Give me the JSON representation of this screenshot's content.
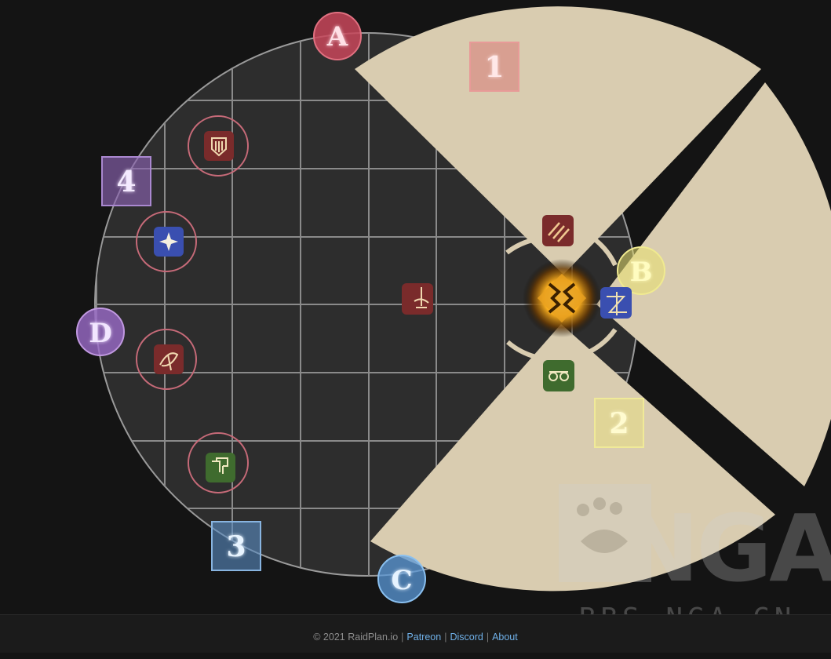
{
  "footer": {
    "copyright": "© 2021 RaidPlan.io",
    "links": [
      "Patreon",
      "Discord",
      "About"
    ]
  },
  "watermark": {
    "logo": "NGA",
    "site": "BBS.NGA.CN"
  },
  "colors": {
    "background": "#141414",
    "arena": "#2d2d2d",
    "grid": "#8a8a8a",
    "aoe_cone": "#d9ccb0",
    "tank_red": "#7a2b2b",
    "healer_green": "#3f6b2e",
    "dps_blue": "#3a4fb0",
    "ring": "#c66a78",
    "boss_glow": "#ffb320"
  },
  "waymarks": [
    {
      "label": "A",
      "shape": "circle",
      "color": "#c8465a"
    },
    {
      "label": "B",
      "shape": "circle",
      "color": "#e8e070"
    },
    {
      "label": "C",
      "shape": "circle",
      "color": "#5a98d8"
    },
    {
      "label": "D",
      "shape": "circle",
      "color": "#9a6ac8"
    },
    {
      "label": "1",
      "shape": "square",
      "color": "#d77a78"
    },
    {
      "label": "2",
      "shape": "square",
      "color": "#e8e07a"
    },
    {
      "label": "3",
      "shape": "square",
      "color": "#5a8ec4"
    },
    {
      "label": "4",
      "shape": "square",
      "color": "#8a62b0"
    }
  ],
  "players": [
    {
      "role": "tank",
      "job": "paladin-icon",
      "ringed": true
    },
    {
      "role": "dps",
      "job": "astrologian-icon",
      "ringed": true
    },
    {
      "role": "tank",
      "job": "dark-knight-icon",
      "ringed": true
    },
    {
      "role": "healer",
      "job": "scholar-icon",
      "ringed": true
    },
    {
      "role": "tank",
      "job": "dragoon-icon",
      "ringed": false
    },
    {
      "role": "tank",
      "job": "warrior-icon",
      "ringed": false
    },
    {
      "role": "dps",
      "job": "black-mage-icon",
      "ringed": false
    },
    {
      "role": "healer",
      "job": "white-mage-icon",
      "ringed": false
    }
  ],
  "boss": {
    "name": "boss-emblem"
  }
}
